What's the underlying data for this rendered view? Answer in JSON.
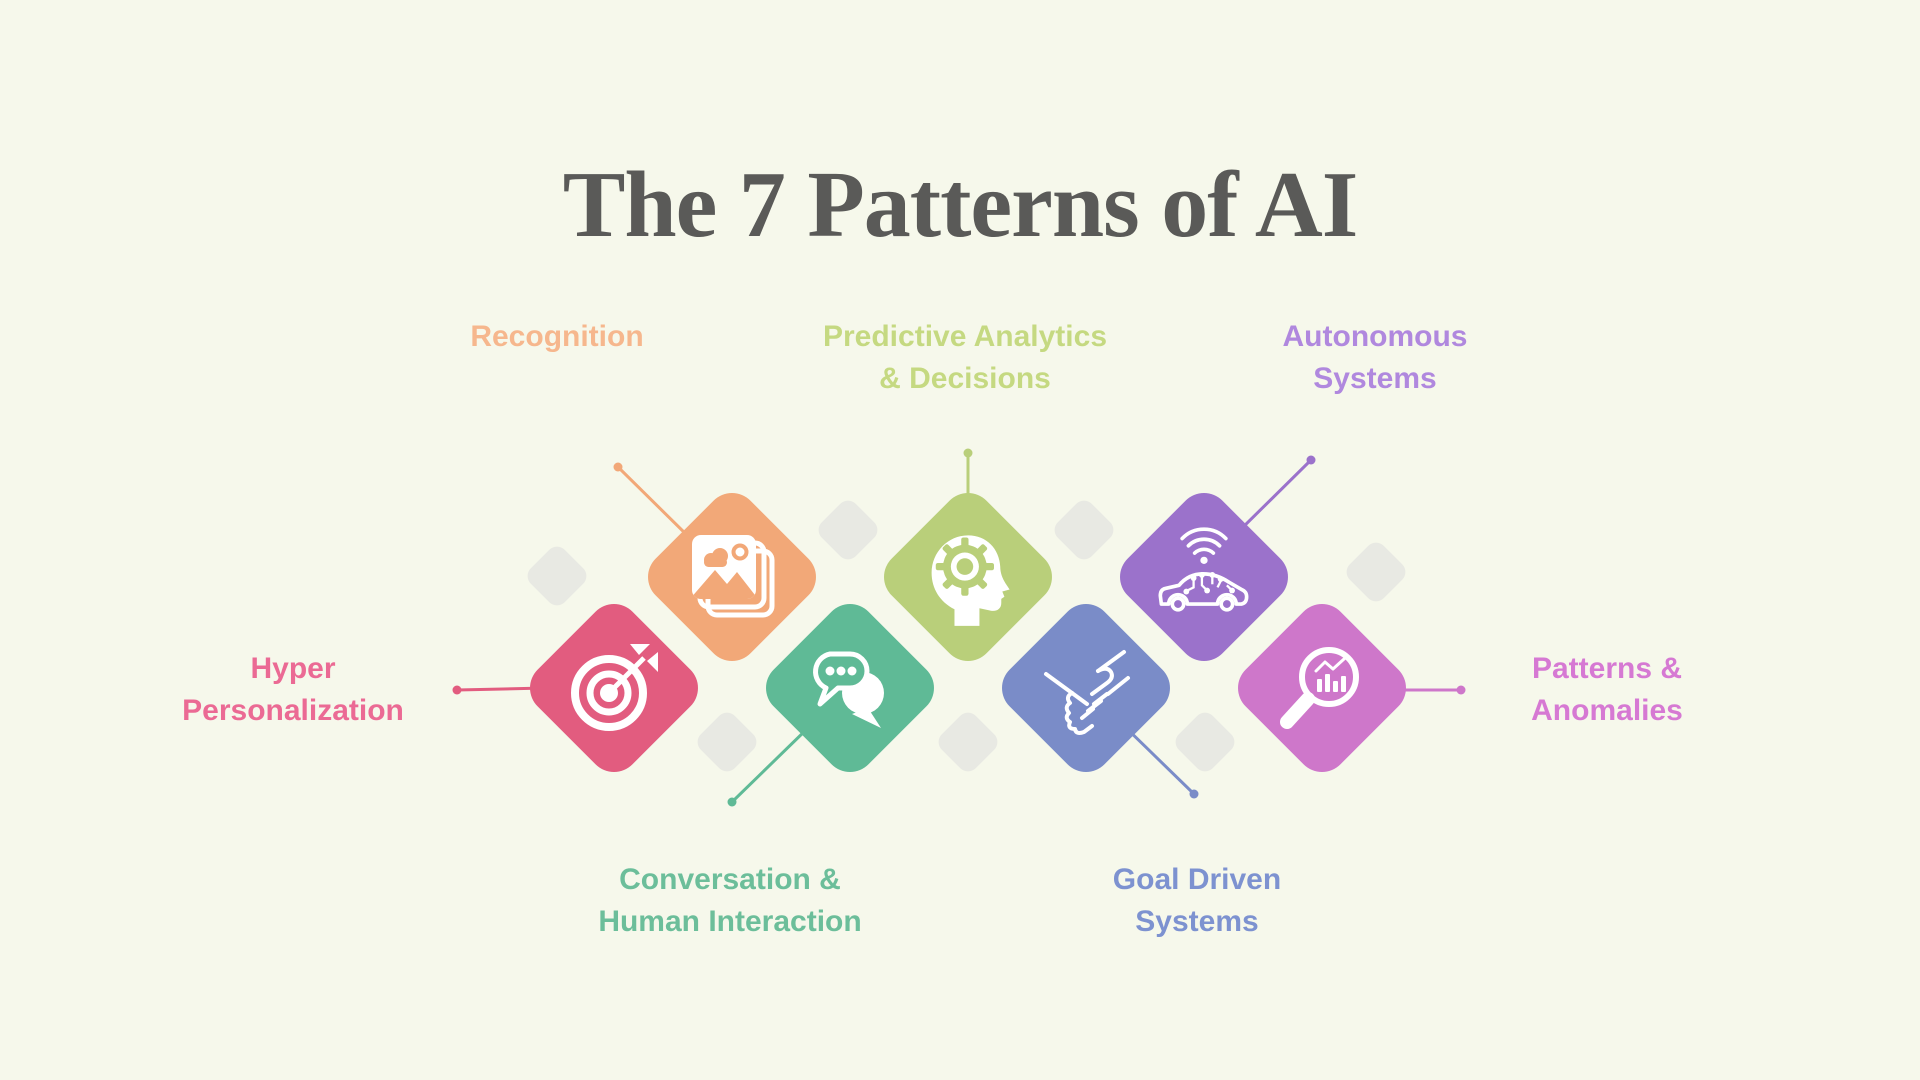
{
  "title": {
    "text": "The 7 Patterns of AI",
    "color": "#5A5A58"
  },
  "background_color": "#F6F8EB",
  "decor": {
    "gray_diamond_color": "#E8E9E3"
  },
  "patterns": [
    {
      "id": "hyper-personalization",
      "label_lines": [
        "Hyper",
        "Personalization"
      ],
      "diamond_color": "#E25C7F",
      "label_color": "#EB6A94",
      "icon": "target-icon"
    },
    {
      "id": "recognition",
      "label_lines": [
        "Recognition"
      ],
      "diamond_color": "#F2A878",
      "label_color": "#F6B78D",
      "icon": "photo-stack-icon"
    },
    {
      "id": "conversation-human-interaction",
      "label_lines": [
        "Conversation &",
        "Human Interaction"
      ],
      "diamond_color": "#5FBA96",
      "label_color": "#6CBE9A",
      "icon": "chat-bubbles-icon"
    },
    {
      "id": "predictive-analytics-decisions",
      "label_lines": [
        "Predictive Analytics",
        "& Decisions"
      ],
      "diamond_color": "#B9CF7A",
      "label_color": "#C5D981",
      "icon": "head-gear-icon"
    },
    {
      "id": "goal-driven-systems",
      "label_lines": [
        "Goal Driven",
        "Systems"
      ],
      "diamond_color": "#7A8CC8",
      "label_color": "#7D92D0",
      "icon": "handshake-icon"
    },
    {
      "id": "autonomous-systems",
      "label_lines": [
        "Autonomous",
        "Systems"
      ],
      "diamond_color": "#9B72CB",
      "label_color": "#B088DE",
      "icon": "car-circuit-icon"
    },
    {
      "id": "patterns-anomalies",
      "label_lines": [
        "Patterns &",
        "Anomalies"
      ],
      "diamond_color": "#CE77CA",
      "label_color": "#D679D3",
      "icon": "magnifier-chart-icon"
    }
  ]
}
